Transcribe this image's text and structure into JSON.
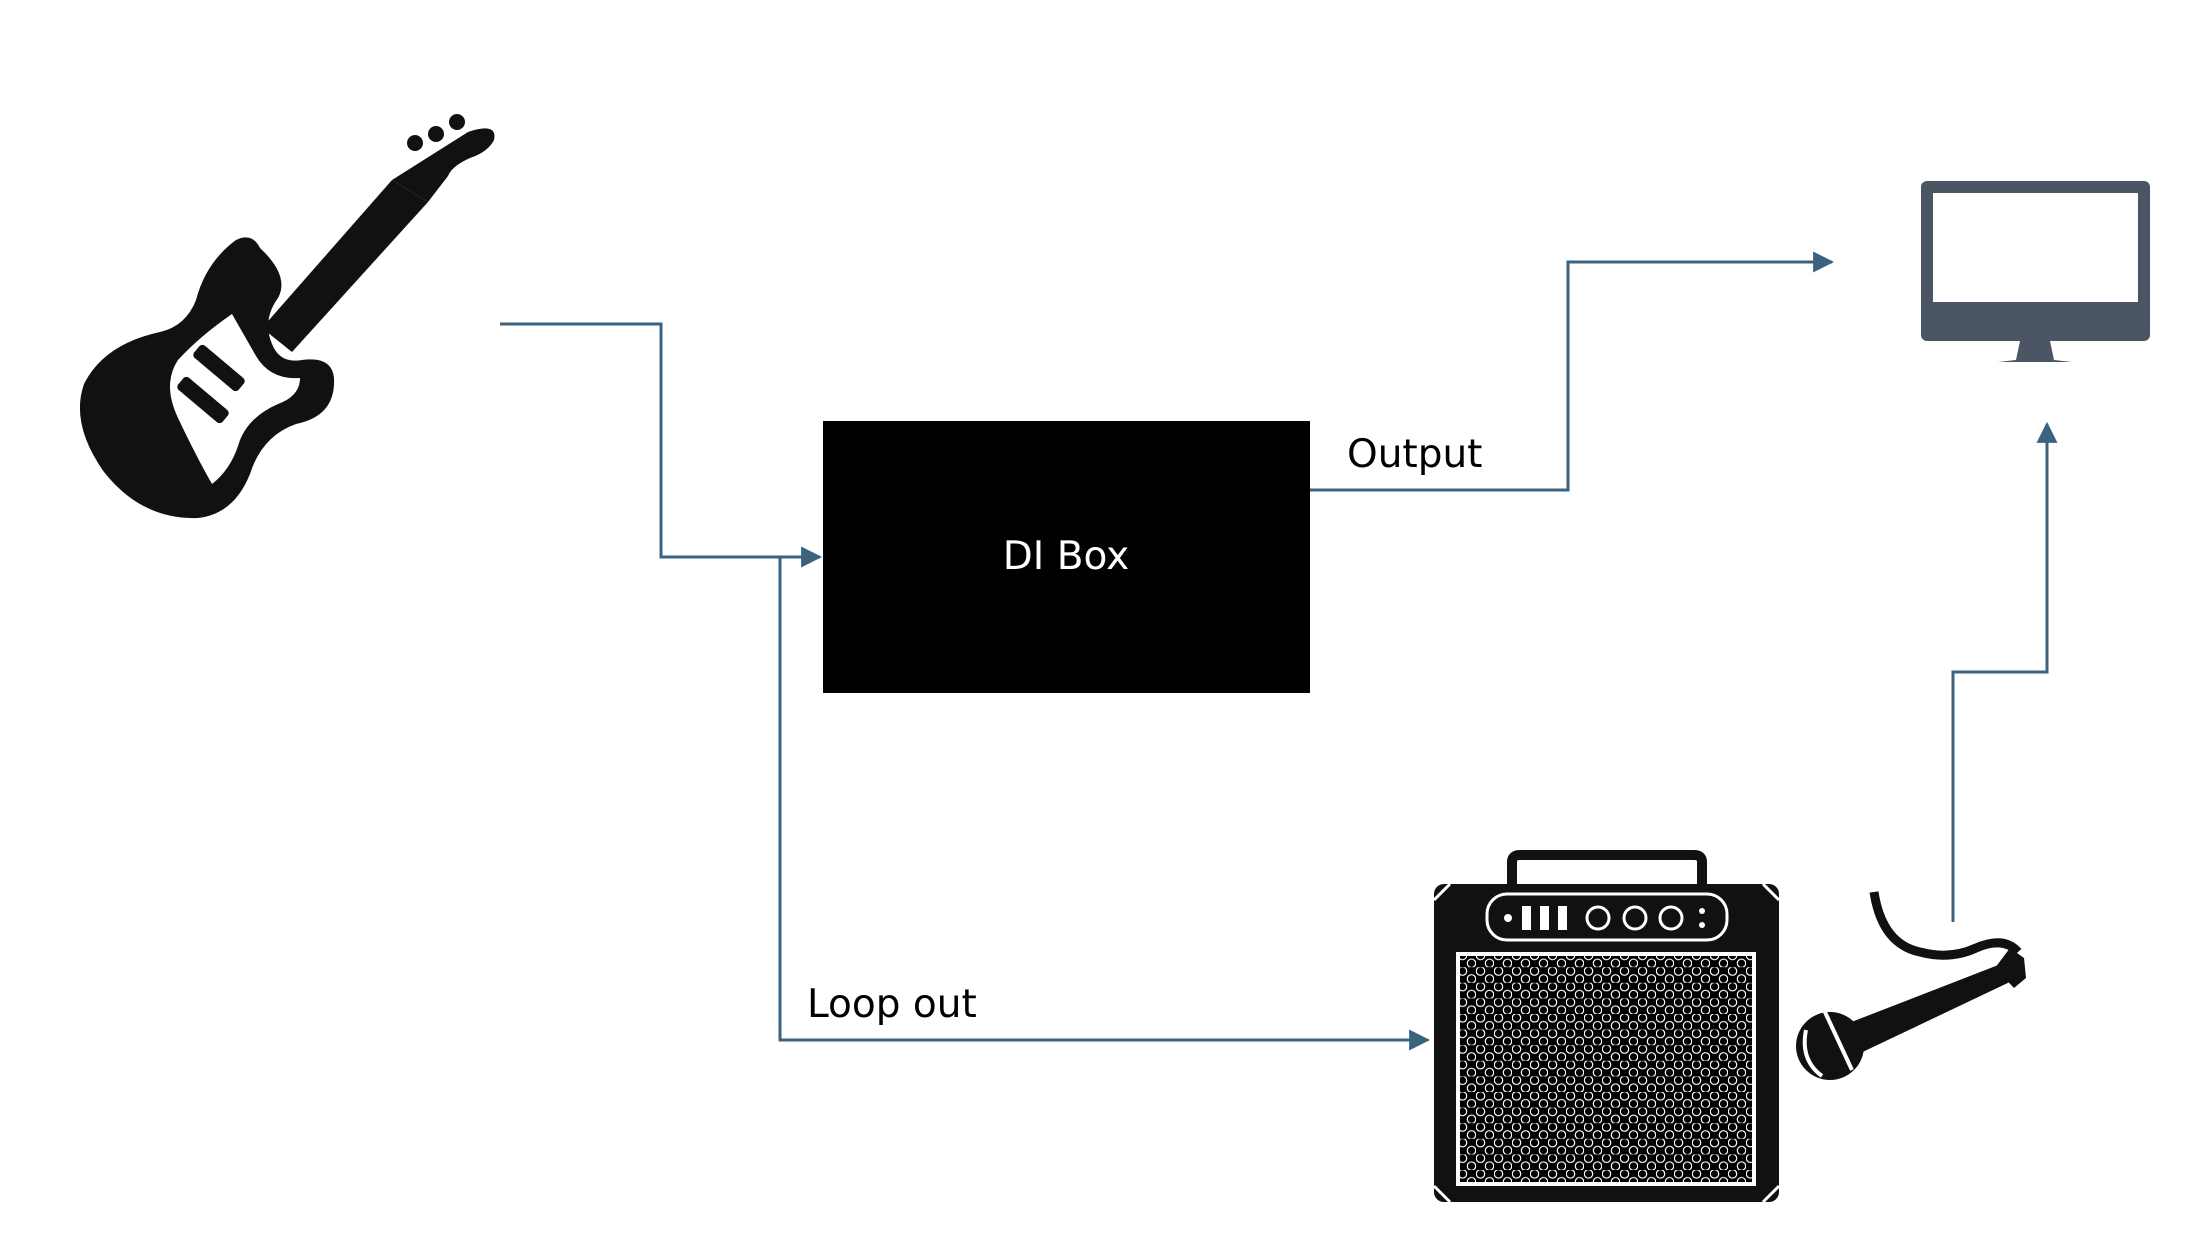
{
  "diagram": {
    "di_box": {
      "label": "DI Box"
    },
    "edges": {
      "output_label": "Output",
      "loop_out_label": "Loop out"
    },
    "nodes": {
      "guitar": {
        "icon": "guitar-icon"
      },
      "monitor": {
        "icon": "monitor-icon"
      },
      "amplifier": {
        "icon": "amplifier-icon"
      },
      "microphone": {
        "icon": "microphone-icon"
      }
    },
    "colors": {
      "connector": "#3b6380",
      "box_fill": "#000000",
      "box_text": "#ffffff",
      "monitor": "#4b5563",
      "icon": "#111111"
    }
  }
}
